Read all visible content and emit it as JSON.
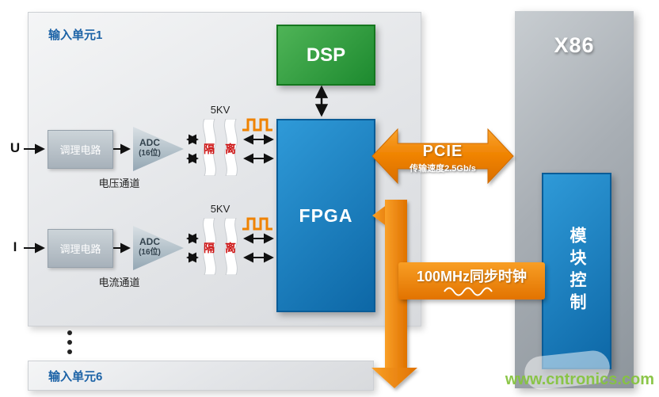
{
  "unit1": {
    "title": "输入单元1"
  },
  "unit6": {
    "title": "输入单元6"
  },
  "channels": [
    {
      "input": "U",
      "conditioning": "调理电路",
      "adc": "ADC",
      "adc_bits": "(16位)",
      "name": "电压通道",
      "kv": "5KV",
      "iso1": "隔",
      "iso2": "离"
    },
    {
      "input": "I",
      "conditioning": "调理电路",
      "adc": "ADC",
      "adc_bits": "(16位)",
      "name": "电流通道",
      "kv": "5KV",
      "iso1": "隔",
      "iso2": "离"
    }
  ],
  "dsp": {
    "label": "DSP"
  },
  "fpga": {
    "label": "FPGA"
  },
  "pcie": {
    "label": "PCIE",
    "subtitle": "传输速度2.5Gb/s"
  },
  "x86": {
    "label": "X86"
  },
  "module_control": {
    "label": "模块控制"
  },
  "clock": {
    "label": "100MHz同步时钟"
  },
  "watermark": "www.cntronics.com",
  "colors": {
    "fpga_blue": "#0d67a6",
    "dsp_green": "#1d8a2f",
    "orange": "#ef8200",
    "isolation_red": "#cc1111",
    "title_blue": "#1b62a6",
    "watermark_green": "#86c440"
  }
}
